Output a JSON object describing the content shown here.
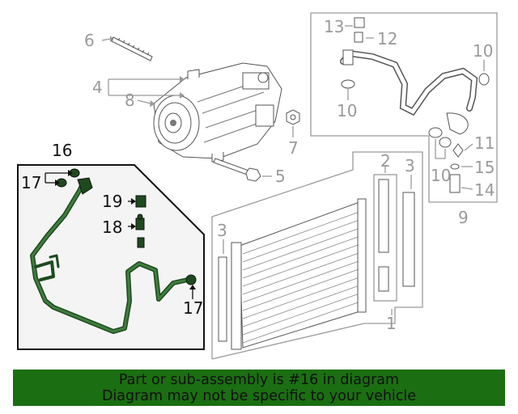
{
  "callouts": {
    "c1": "1",
    "c2": "2",
    "c3a": "3",
    "c3b": "3",
    "c4": "4",
    "c5": "5",
    "c6": "6",
    "c7": "7",
    "c8": "8",
    "c9": "9",
    "c10a": "10",
    "c10b": "10",
    "c10c": "10",
    "c11": "11",
    "c12": "12",
    "c13": "13",
    "c14": "14",
    "c15": "15",
    "c16": "16",
    "c17a": "17",
    "c17b": "17",
    "c18": "18",
    "c19": "19"
  },
  "banner": {
    "line1": "Part or sub-assembly is #16 in diagram",
    "line2": "Diagram may not be specific to your vehicle"
  },
  "colors": {
    "highlight_hose": "#1e4a1e",
    "banner_background": "#1b6e12",
    "callout_grey": "#9a9a9a",
    "callout_dark": "#111111"
  }
}
